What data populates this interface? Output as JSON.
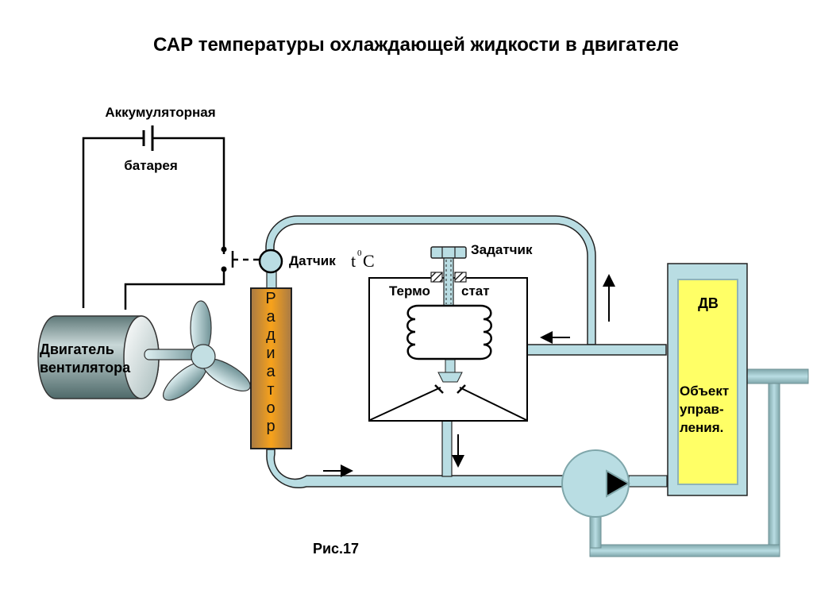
{
  "title": "САР температуры охлаждающей жидкости в двигателе",
  "battery": {
    "label_top": "Аккумуляторная",
    "label_bottom": "батарея"
  },
  "sensor": {
    "label": "Датчик",
    "symbol_t": "t",
    "symbol_deg": "0",
    "symbol_c": "C"
  },
  "setpoint": {
    "label": "Задатчик"
  },
  "thermostat": {
    "label_left": "Термо",
    "label_right": "стат"
  },
  "radiator": {
    "letters": [
      "Р",
      "а",
      "д",
      "и",
      "а",
      "т",
      "о",
      "р"
    ]
  },
  "fan_motor": {
    "line1": "Двигатель",
    "line2": "вентилятора"
  },
  "engine": {
    "label": "ДВ",
    "desc_line1": "Объект",
    "desc_line2": "управ-",
    "desc_line3": "ления."
  },
  "figure_caption": "Рис.17",
  "colors": {
    "pipe_fill": "#b9dde3",
    "pipe_stroke": "#222222",
    "radiator_orange": "#f39c12",
    "radiator_brown": "#a87a45",
    "engine_yellow": "#ffff66",
    "engine_frame": "#b9dde3",
    "motor_gray": "#7f9a9a"
  }
}
